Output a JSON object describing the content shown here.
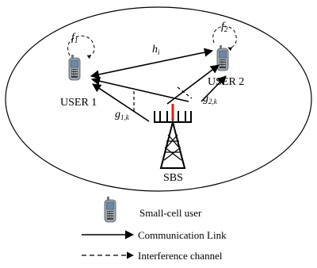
{
  "diagram": {
    "user1": {
      "label": "USER 1",
      "feedback": "f",
      "feedback_sub": "1"
    },
    "user2": {
      "label": "USER 2",
      "feedback": "f",
      "feedback_sub": "2"
    },
    "bs": {
      "label": "SBS"
    },
    "channels": {
      "h": "h",
      "h_sub": "i",
      "g1": "g",
      "g1_sub": "1,k",
      "g2": "g",
      "g2_sub": "2,k"
    }
  },
  "legend": {
    "user": "Small-cell user",
    "comm": "Communication Link",
    "interf": "Interference channel"
  }
}
